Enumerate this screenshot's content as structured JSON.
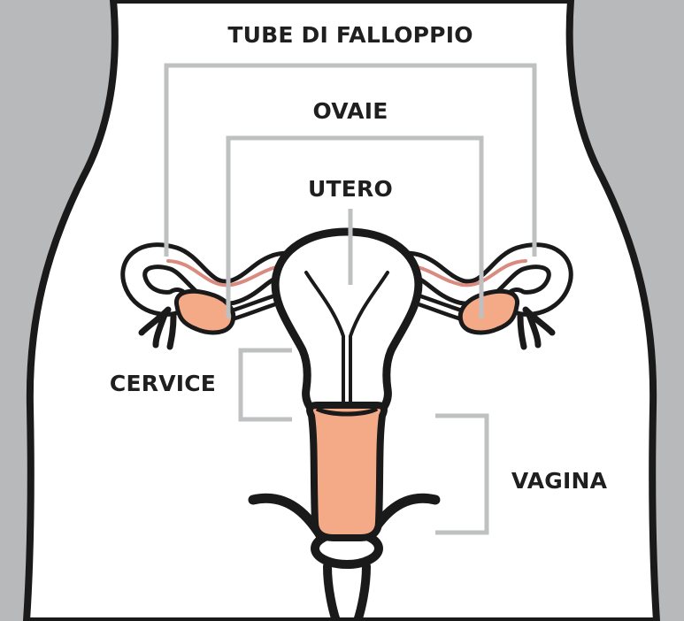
{
  "labels": {
    "tubes": "TUBE DI FALLOPPIO",
    "ovaries": "OVAIE",
    "uterus": "UTERO",
    "cervix": "CERVICE",
    "vagina": "VAGINA"
  },
  "colors": {
    "outside_body": "#b8b9bb",
    "body": "#ffffff",
    "outline": "#1a1a1a",
    "organ_fill": "#f4a987",
    "tube_inner_line": "#d98b80",
    "pointer_line": "#bfc0c2",
    "label_text": "#1f1f1f"
  }
}
